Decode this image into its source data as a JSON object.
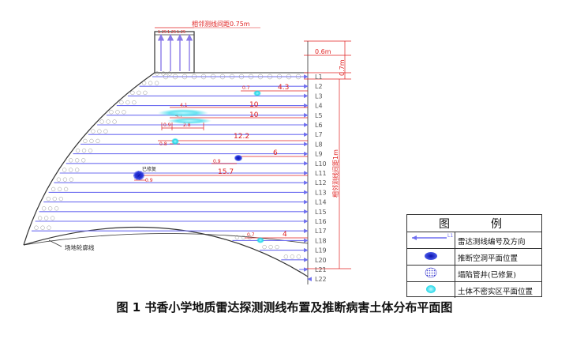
{
  "diagram": {
    "spacing_top": "相邻测线间距0.75m",
    "spacing_side": "相邻测线间距1m",
    "dim_06": "0.6m",
    "dim_07": "0.7m",
    "boundary_label": "场地轮廓线",
    "repaired_label": "已修复",
    "tick_labels": [
      "1.25",
      "1.25",
      "1.25"
    ],
    "lines": [
      "L1",
      "L2",
      "L3",
      "L4",
      "L5",
      "L6",
      "L7",
      "L8",
      "L9",
      "L10",
      "L11",
      "L12",
      "L13",
      "L14",
      "L15",
      "L16",
      "L17",
      "L18",
      "L19",
      "L20",
      "L21",
      "L22"
    ],
    "annotations": {
      "a1": "0.7",
      "a2": "4.3",
      "a3": "4.1",
      "a4": "10",
      "a5": "4.7",
      "a6": "10",
      "a7": "0.9",
      "a8": "2.8",
      "a9": "0.8",
      "a10": "12.2",
      "a11": "0.9",
      "a12": "6",
      "a13": "15.7",
      "a14": "0.9",
      "a15": "0.7",
      "a16": "4"
    },
    "colors": {
      "line": "#6f6ff0",
      "dim": "#e02020",
      "cavity": "#1a2bd6",
      "loose": "#22d8e8",
      "edge": "#333333"
    }
  },
  "legend": {
    "title_left": "图",
    "title_right": "例",
    "items": [
      {
        "symbol": "survey-line-icon",
        "label": "雷达测线编号及方向",
        "sym_text": "L1"
      },
      {
        "symbol": "cavity-icon",
        "label": "推断空洞平面位置"
      },
      {
        "symbol": "manhole-icon",
        "label": "塌陷管井(已修复)"
      },
      {
        "symbol": "loose-soil-icon",
        "label": "土体不密实区平面位置"
      }
    ]
  },
  "caption": "图 1  书香小学地质雷达探测测线布置及推断病害土体分布平面图"
}
